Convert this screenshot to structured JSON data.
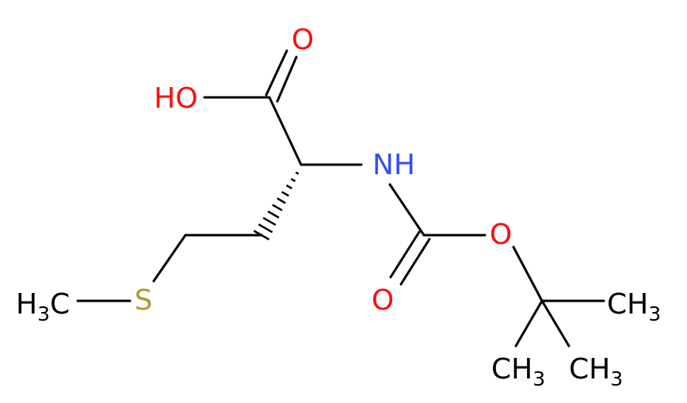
{
  "colors": {
    "carbon_bond": "#000000",
    "oxygen": "#ff0d0d",
    "nitrogen": "#3050f8",
    "sulfur": "#b29a2c",
    "carbon_label": "#000000",
    "background": "#ffffff"
  },
  "atoms": {
    "carbonyl_o_acid": {
      "text": "O"
    },
    "hydroxyl": {
      "text": "HO"
    },
    "amine": {
      "text": "NH"
    },
    "ester_o": {
      "text": "O"
    },
    "carbonyl_o_boc": {
      "text": "O"
    },
    "sulfur": {
      "text": "S"
    },
    "methyl_s": {
      "main": "H",
      "sub": "3",
      "tail": "C"
    },
    "methyl_right": {
      "main": "CH",
      "sub": "3"
    },
    "methyl_bottom_left": {
      "main": "CH",
      "sub": "3"
    },
    "methyl_bottom_right": {
      "main": "CH",
      "sub": "3"
    }
  }
}
